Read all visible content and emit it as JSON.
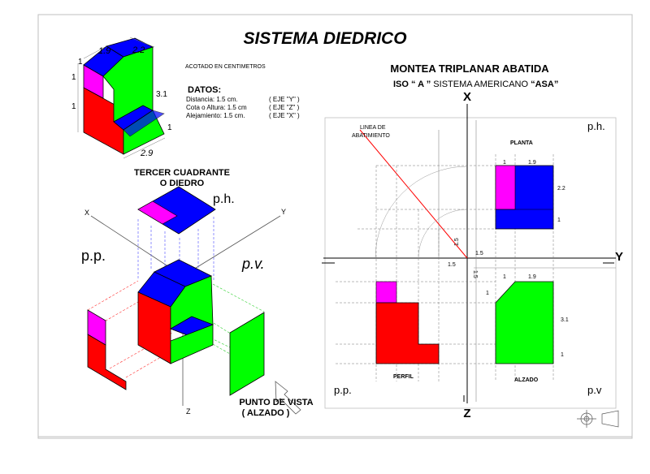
{
  "title": "SISTEMA DIEDRICO",
  "acotado": "ACOTADO EN CENTIMETROS",
  "datos": {
    "heading": "DATOS:",
    "lines": [
      {
        "label": "Distancia: 1.5 cm.",
        "axis": "( EJE \"Y\" )"
      },
      {
        "label": "Cota o Altura: 1.5 cm",
        "axis": "( EJE \"Z\" )"
      },
      {
        "label": "Alejamiento: 1.5 cm.",
        "axis": "( EJE \"X\" )"
      }
    ]
  },
  "iso_dims": {
    "top": "1.9",
    "top_right": "2.2",
    "left_1": "1",
    "left_2": "1",
    "left_3": "1",
    "right_31": "3.1",
    "right_1": "1",
    "bottom": "2.9"
  },
  "left_panel": {
    "quadrant_line1": "TERCER CUADRANTE",
    "quadrant_line2": "O DIEDRO",
    "ph": "p.h.",
    "pp": "p.p.",
    "pv": "p.v.",
    "axis_x": "X",
    "axis_y": "Y",
    "axis_z": "Z",
    "punto_line1": "PUNTO DE VISTA",
    "punto_line2": "( ALZADO )"
  },
  "right_panel": {
    "title": "MONTEA TRIPLANAR ABATIDA",
    "subtitle_a": "ISO “ A ”",
    "subtitle_b": " SISTEMA AMERICANO ",
    "subtitle_c": "“ASA”",
    "axis_x": "X",
    "axis_y": "Y",
    "axis_z": "Z",
    "ph": "p.h.",
    "pp": "p.p.",
    "pv": "p.v",
    "linea1": "LINEA DE",
    "linea2": "ABATIMIENTO",
    "planta": "PLANTA",
    "perfil": "PERFIL",
    "alzado": "ALZADO",
    "planta_dims": {
      "w1": "1",
      "w2": "1.9",
      "h1": "2.2",
      "h2": "1"
    },
    "alzado_dims": {
      "w1": "1",
      "w2": "1.9",
      "h0": "1",
      "h1": "3.1",
      "h2": "1"
    },
    "offsets": {
      "a": "1.5",
      "b": "1.5",
      "c": "1.5",
      "d": "1.5"
    }
  },
  "colors": {
    "red": "#ff0000",
    "green": "#00ff00",
    "blue": "#0000ff",
    "magenta": "#ff00ff",
    "line_red": "#ff0000"
  }
}
